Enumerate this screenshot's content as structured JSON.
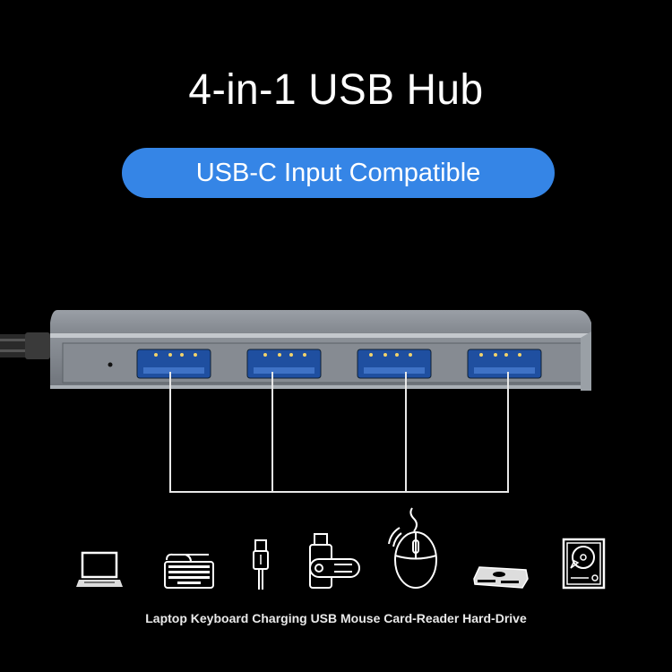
{
  "header": {
    "title": "4-in-1 USB Hub",
    "badge": "USB-C Input Compatible"
  },
  "product": {
    "name": "USB hub",
    "port_count": 4,
    "port_color": "#1f4fa0",
    "body_color": "#8a8f96",
    "badge_color": "#3585e6"
  },
  "devices": {
    "caption": "Laptop Keyboard Charging USB Mouse Card-Reader Hard-Drive",
    "items": [
      {
        "label": "Laptop",
        "icon": "laptop-icon"
      },
      {
        "label": "Keyboard",
        "icon": "keyboard-icon"
      },
      {
        "label": "Charging",
        "icon": "usb-cable-icon"
      },
      {
        "label": "USB",
        "icon": "usb-flash-drive-icon"
      },
      {
        "label": "Mouse",
        "icon": "mouse-icon"
      },
      {
        "label": "Card-Reader",
        "icon": "card-reader-icon"
      },
      {
        "label": "Hard-Drive",
        "icon": "hard-drive-icon"
      }
    ]
  }
}
